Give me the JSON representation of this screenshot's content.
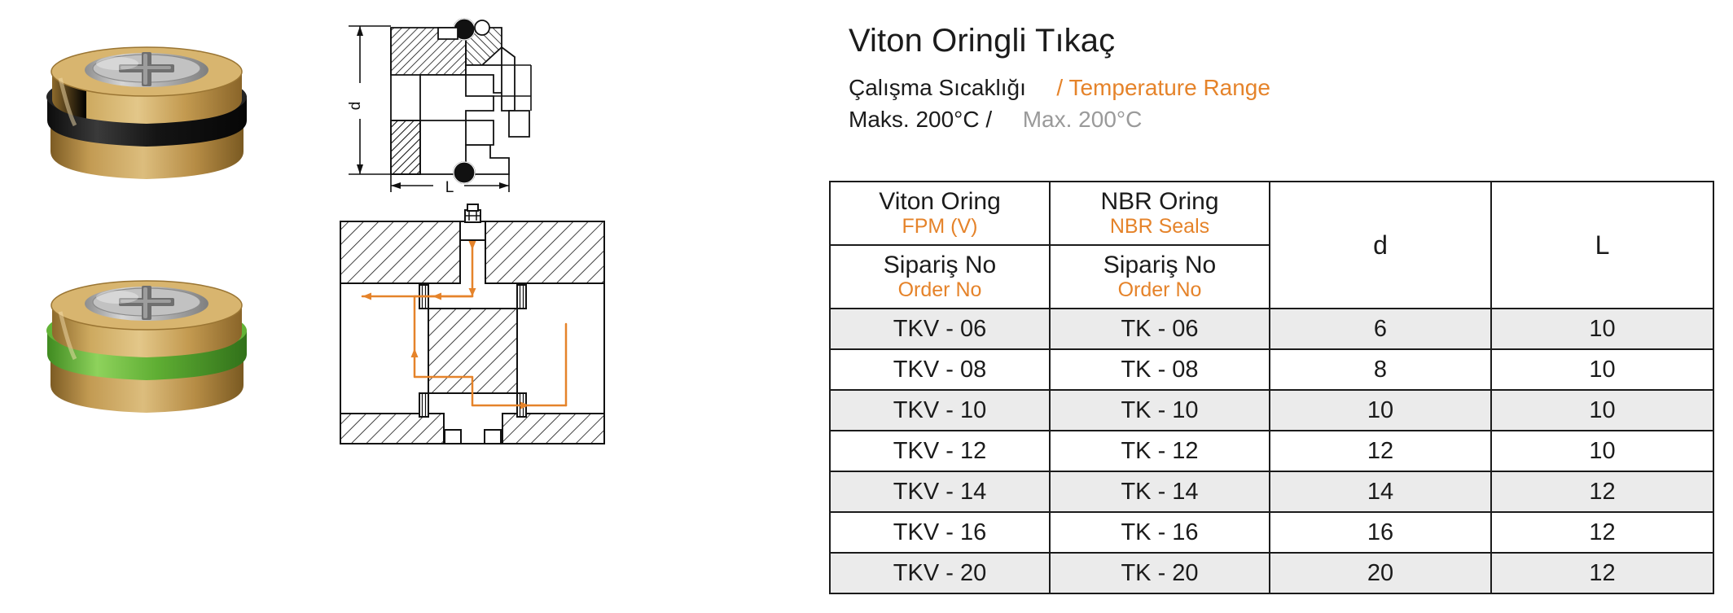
{
  "product": {
    "title": "Viton Oringli Tıkaç",
    "temperature": {
      "label_tr": "Çalışma Sıcaklığı",
      "label_en": "/ Temperature Range",
      "value_tr": "Maks. 200°C /",
      "value_en": "Max. 200°C"
    }
  },
  "drawing": {
    "section_label_d": "d",
    "section_label_l": "L"
  },
  "table": {
    "headers": [
      {
        "main": "Viton Oring",
        "sub": "FPM (V)"
      },
      {
        "main": "NBR Oring",
        "sub": "NBR Seals"
      },
      {
        "main": "d",
        "sub": ""
      },
      {
        "main": "L",
        "sub": ""
      }
    ],
    "subheaders": [
      {
        "main": "Sipariş No",
        "sub": "Order No"
      },
      {
        "main": "Sipariş No",
        "sub": "Order No"
      }
    ],
    "rows": [
      {
        "viton": "TKV - 06",
        "nbr": "TK - 06",
        "d": "6",
        "l": "10"
      },
      {
        "viton": "TKV - 08",
        "nbr": "TK - 08",
        "d": "8",
        "l": "10"
      },
      {
        "viton": "TKV - 10",
        "nbr": "TK - 10",
        "d": "10",
        "l": "10"
      },
      {
        "viton": "TKV - 12",
        "nbr": "TK - 12",
        "d": "12",
        "l": "10"
      },
      {
        "viton": "TKV - 14",
        "nbr": "TK - 14",
        "d": "14",
        "l": "12"
      },
      {
        "viton": "TKV - 16",
        "nbr": "TK - 16",
        "d": "16",
        "l": "12"
      },
      {
        "viton": "TKV - 20",
        "nbr": "TK - 20",
        "d": "20",
        "l": "12"
      }
    ]
  },
  "colors": {
    "accent_orange": "#E5832A",
    "muted_grey": "#9a9a9a",
    "text_dark": "#1b1b1b",
    "row_shade": "#ebebeb",
    "brass": "#c79a4b",
    "oring_black": "#1a1a1a",
    "oring_green": "#6dbf43"
  }
}
